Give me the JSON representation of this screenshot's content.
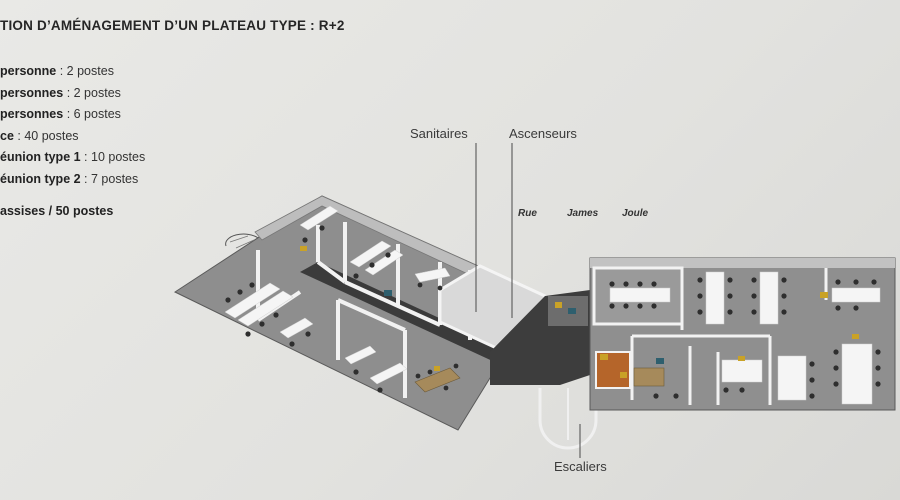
{
  "title": "TION D’AMÉNAGEMENT D’UN PLATEAU TYPE : R+2",
  "legend": [
    {
      "label": "personne",
      "value": " : 2 postes"
    },
    {
      "label": "personnes",
      "value": " : 2 postes"
    },
    {
      "label": "personnes",
      "value": " : 6 postes"
    },
    {
      "label": "ce",
      "value": " : 40 postes"
    },
    {
      "label": "éunion type 1",
      "value": " : 10 postes"
    },
    {
      "label": "éunion type 2",
      "value": " : 7 postes"
    }
  ],
  "total": "assises / 50 postes",
  "labels": {
    "sanitaires": "Sanitaires",
    "ascenseurs": "Ascenseurs",
    "escaliers": "Escaliers"
  },
  "street": {
    "w1": "Rue",
    "w2": "James",
    "w3": "Joule"
  },
  "colors": {
    "floor": "#8f8f8f",
    "walls": "#f2f2f2",
    "corridor": "#3b3b3b",
    "desks": "#f5f5f5",
    "chairs": "#2e2e2e",
    "accent_yellow": "#c9a227",
    "accent_teal": "#2e5f6e",
    "accent_orange": "#b5652a"
  }
}
